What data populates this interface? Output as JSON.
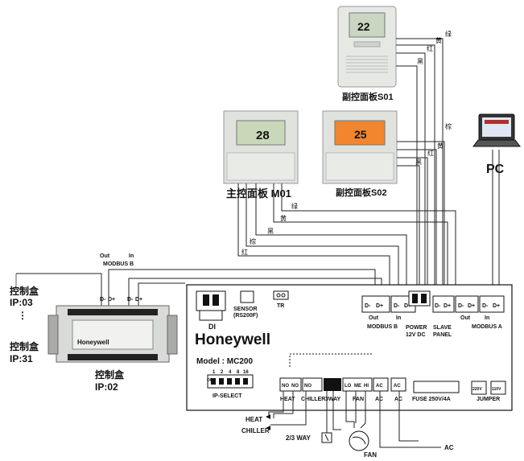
{
  "panels": {
    "slave1": {
      "label": "副控面板S01",
      "screen": "22"
    },
    "master": {
      "label": "主控面板 M01",
      "screen": "28"
    },
    "slave2": {
      "label": "副控面板S02",
      "screen": "25"
    },
    "pc": {
      "label": "PC"
    }
  },
  "controllers": {
    "left_top": {
      "line1": "控制盒",
      "line2": "IP:03"
    },
    "left_mid": {
      "line1": "控制盒",
      "line2": "IP:31"
    },
    "device": {
      "line1": "控制盒",
      "line2": "IP:02",
      "brand": "Honeywell"
    },
    "modbus_b_in_out": {
      "out": "Out",
      "in": "In",
      "label": "MODBUS B"
    }
  },
  "wire_colors": [
    "绿",
    "黄",
    "红",
    "黑"
  ],
  "wire_colors_slave2": [
    "黄",
    "红",
    "黑",
    "棕"
  ],
  "board": {
    "brand": "Honeywell",
    "model": "Model : MC200",
    "di": "DI",
    "sensor": "SENSOR",
    "sensor_sub": "(RS200F)",
    "tr": "TR",
    "ip_select": "IP-SELECT",
    "ip_on": "ON",
    "ip_nums": [
      "1",
      "2",
      "4",
      "8",
      "16"
    ],
    "modbus_b": "MODBUS B",
    "power": "POWER",
    "power_sub": "12V DC",
    "slave_panel": "SLAVE",
    "slave_panel_sub": "PANEL",
    "modbus_a": "MODBUS A",
    "out": "Out",
    "in": "In",
    "dminus": "D-",
    "dplus": "D+",
    "relay_heat": "HEAT",
    "relay_chiller": "CHILLER",
    "relay_3way": "3WAY",
    "relay_fan": "FAN",
    "relay_ac1": "AC",
    "relay_ac2": "AC",
    "no": "NO",
    "nc": "NC",
    "lo": "LO",
    "me": "ME",
    "hi": "HI",
    "ac_term": "AC",
    "fuse": "FUSE 250V/4A",
    "jumper": "JUMPER",
    "v220": "220V",
    "v110": "110V"
  },
  "outputs": {
    "heat": "HEAT",
    "chiller": "CHILLER",
    "way": "2/3 WAY",
    "fan": "FAN",
    "ac": "AC"
  }
}
